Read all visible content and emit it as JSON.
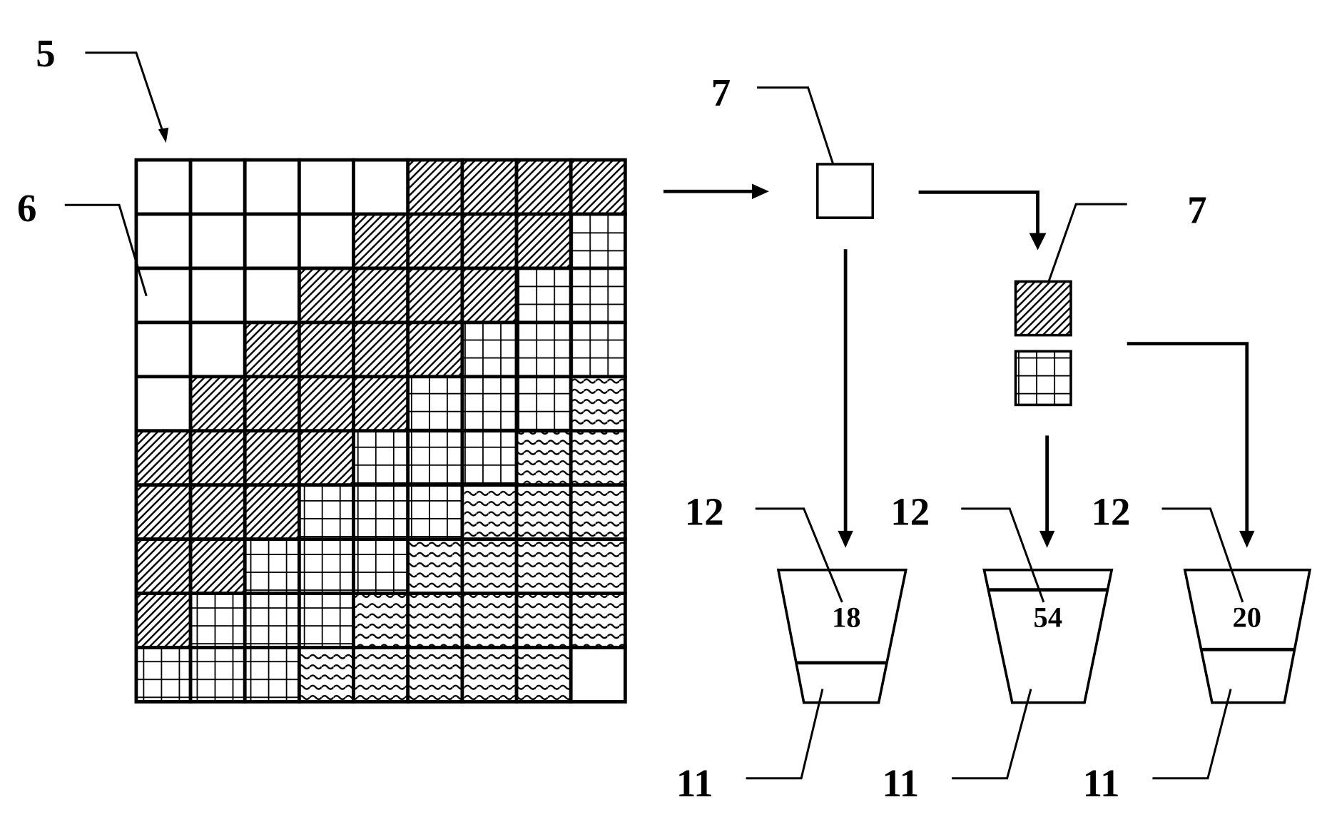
{
  "labels": {
    "matrix": "5",
    "cell": "6",
    "sample_top": "7",
    "sample_right": "7",
    "container_marker": [
      "12",
      "12",
      "12"
    ],
    "container": [
      "11",
      "11",
      "11"
    ]
  },
  "containers": [
    {
      "value": "18",
      "fill_fraction": 0.3
    },
    {
      "value": "54",
      "fill_fraction": 0.85
    },
    {
      "value": "20",
      "fill_fraction": 0.4
    }
  ],
  "grid": {
    "rows": [
      [
        "W",
        "W",
        "W",
        "W",
        "W",
        "H",
        "H",
        "H",
        "H"
      ],
      [
        "W",
        "W",
        "W",
        "W",
        "H",
        "H",
        "H",
        "H",
        "G"
      ],
      [
        "W",
        "W",
        "W",
        "H",
        "H",
        "H",
        "H",
        "G",
        "G"
      ],
      [
        "W",
        "W",
        "H",
        "H",
        "H",
        "H",
        "G",
        "G",
        "G"
      ],
      [
        "W",
        "H",
        "H",
        "H",
        "H",
        "G",
        "G",
        "G",
        "V"
      ],
      [
        "H",
        "H",
        "H",
        "H",
        "G",
        "G",
        "G",
        "V",
        "V"
      ],
      [
        "H",
        "H",
        "H",
        "G",
        "G",
        "G",
        "V",
        "V",
        "V"
      ],
      [
        "H",
        "H",
        "G",
        "G",
        "G",
        "V",
        "V",
        "V",
        "V"
      ],
      [
        "H",
        "G",
        "G",
        "G",
        "V",
        "V",
        "V",
        "V",
        "V"
      ],
      [
        "G",
        "G",
        "G",
        "V",
        "V",
        "V",
        "V",
        "V",
        "W"
      ]
    ],
    "legend": {
      "W": "blank",
      "H": "diagonal-hatch",
      "G": "crosshatch-grid",
      "V": "wavy"
    }
  }
}
